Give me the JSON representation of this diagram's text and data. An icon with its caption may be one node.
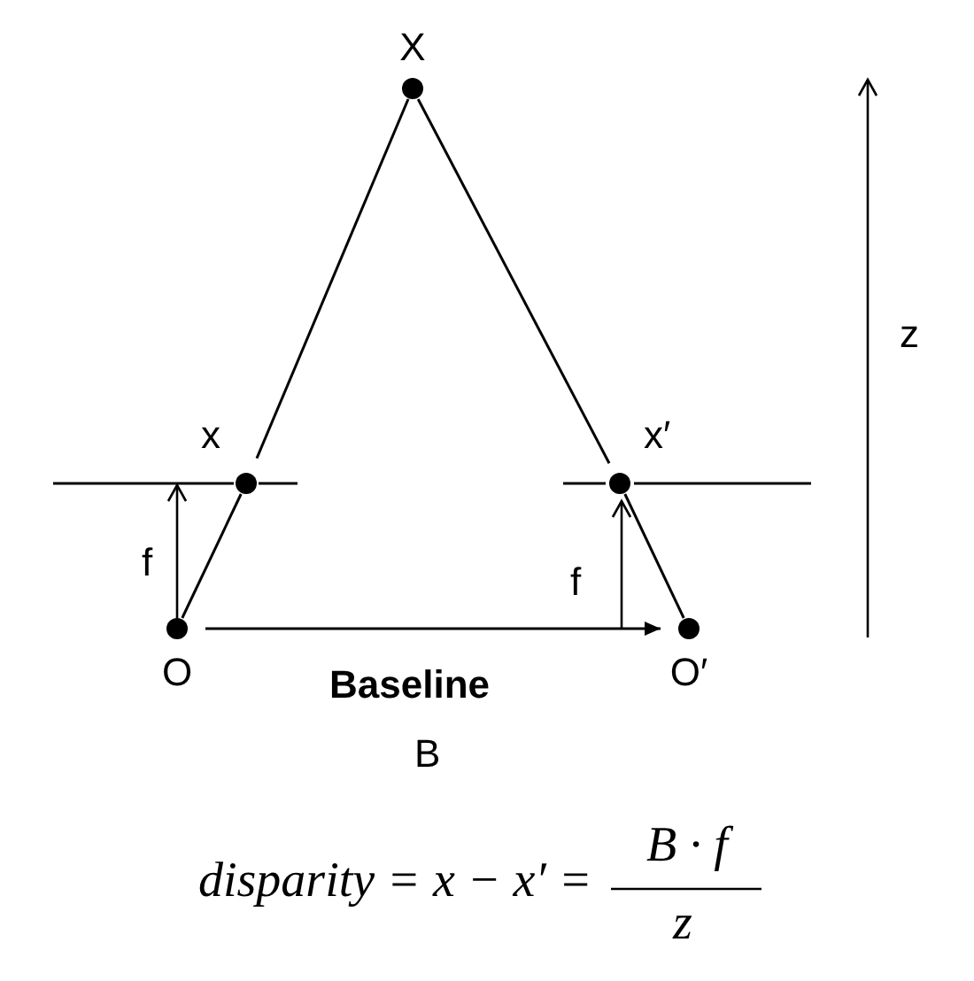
{
  "diagram": {
    "nodes": [
      {
        "text": [
          "X"
        ]
      },
      {
        "text": [
          "x"
        ]
      },
      {
        "text": [
          "x′"
        ]
      },
      {
        "text": [
          "O"
        ]
      },
      {
        "text": [
          "O′"
        ]
      }
    ],
    "edges": [
      {
        "from": 3,
        "to": 1,
        "arrow": "none"
      },
      {
        "from": 1,
        "to": 0,
        "arrow": "none"
      },
      {
        "from": 4,
        "to": 2,
        "arrow": "none"
      },
      {
        "from": 2,
        "to": 0,
        "arrow": "none"
      },
      {
        "from": 3,
        "to": 4,
        "arrow": "to"
      }
    ],
    "labels": [
      "z",
      "f",
      "f",
      "Baseline",
      "B",
      "disparity = x − x′ =",
      "B · f",
      "z"
    ]
  }
}
